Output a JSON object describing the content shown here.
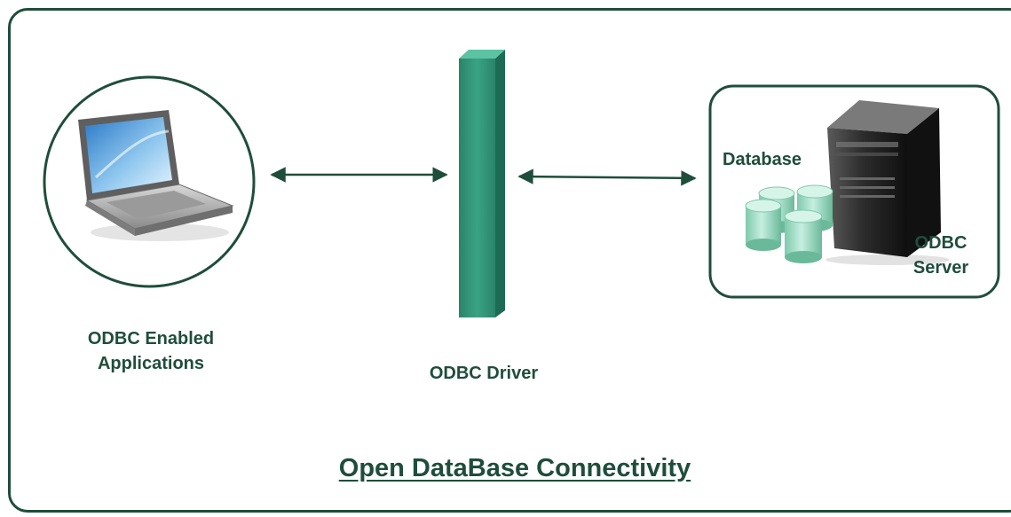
{
  "diagram": {
    "title": "Open DataBase Connectivity",
    "nodes": {
      "applications": {
        "label_line1": "ODBC Enabled",
        "label_line2": "Applications"
      },
      "driver": {
        "label": "ODBC Driver"
      },
      "database": {
        "label": "Database"
      },
      "server": {
        "label_line1": "ODBC",
        "label_line2": "Server"
      }
    },
    "edges": [
      {
        "from": "applications",
        "to": "driver",
        "direction": "bidirectional"
      },
      {
        "from": "driver",
        "to": "server",
        "direction": "bidirectional"
      }
    ],
    "icons": [
      "laptop-icon",
      "database-cylinders-icon",
      "server-tower-icon"
    ]
  },
  "colors": {
    "primary": "#1f4d3c",
    "driver_bar": "#2e8f72",
    "database": "#a9dfc9"
  }
}
